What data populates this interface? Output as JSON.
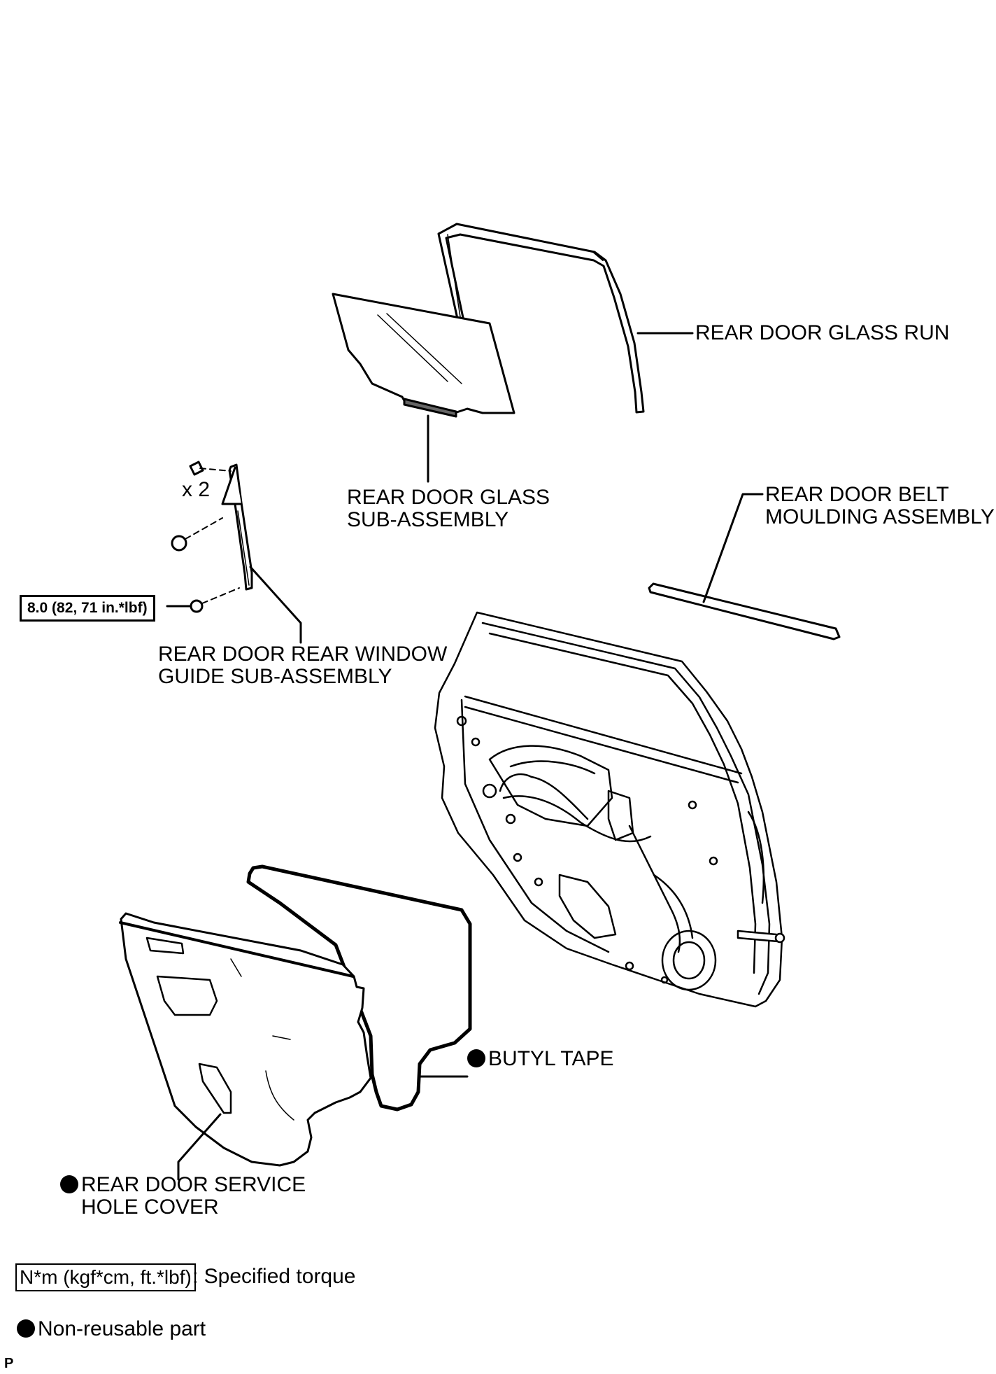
{
  "labels": {
    "glass_run": "REAR DOOR GLASS RUN",
    "glass_sub_line1": "REAR DOOR GLASS",
    "glass_sub_line2": "SUB-ASSEMBLY",
    "belt_line1": "REAR DOOR BELT",
    "belt_line2": "MOULDING ASSEMBLY",
    "guide_line1": "REAR DOOR REAR WINDOW",
    "guide_line2": "GUIDE SUB-ASSEMBLY",
    "quantity": "x 2",
    "torque_value": "8.0 (82, 71 in.*lbf)",
    "butyl_tape": "BUTYL TAPE",
    "service_line1": "REAR DOOR SERVICE",
    "service_line2": "HOLE COVER"
  },
  "legend": {
    "torque_unit": "N*m (kgf*cm, ft.*lbf)",
    "torque_desc": ": Specified torque",
    "nonreusable": "Non-reusable part"
  },
  "corner_mark": "P"
}
